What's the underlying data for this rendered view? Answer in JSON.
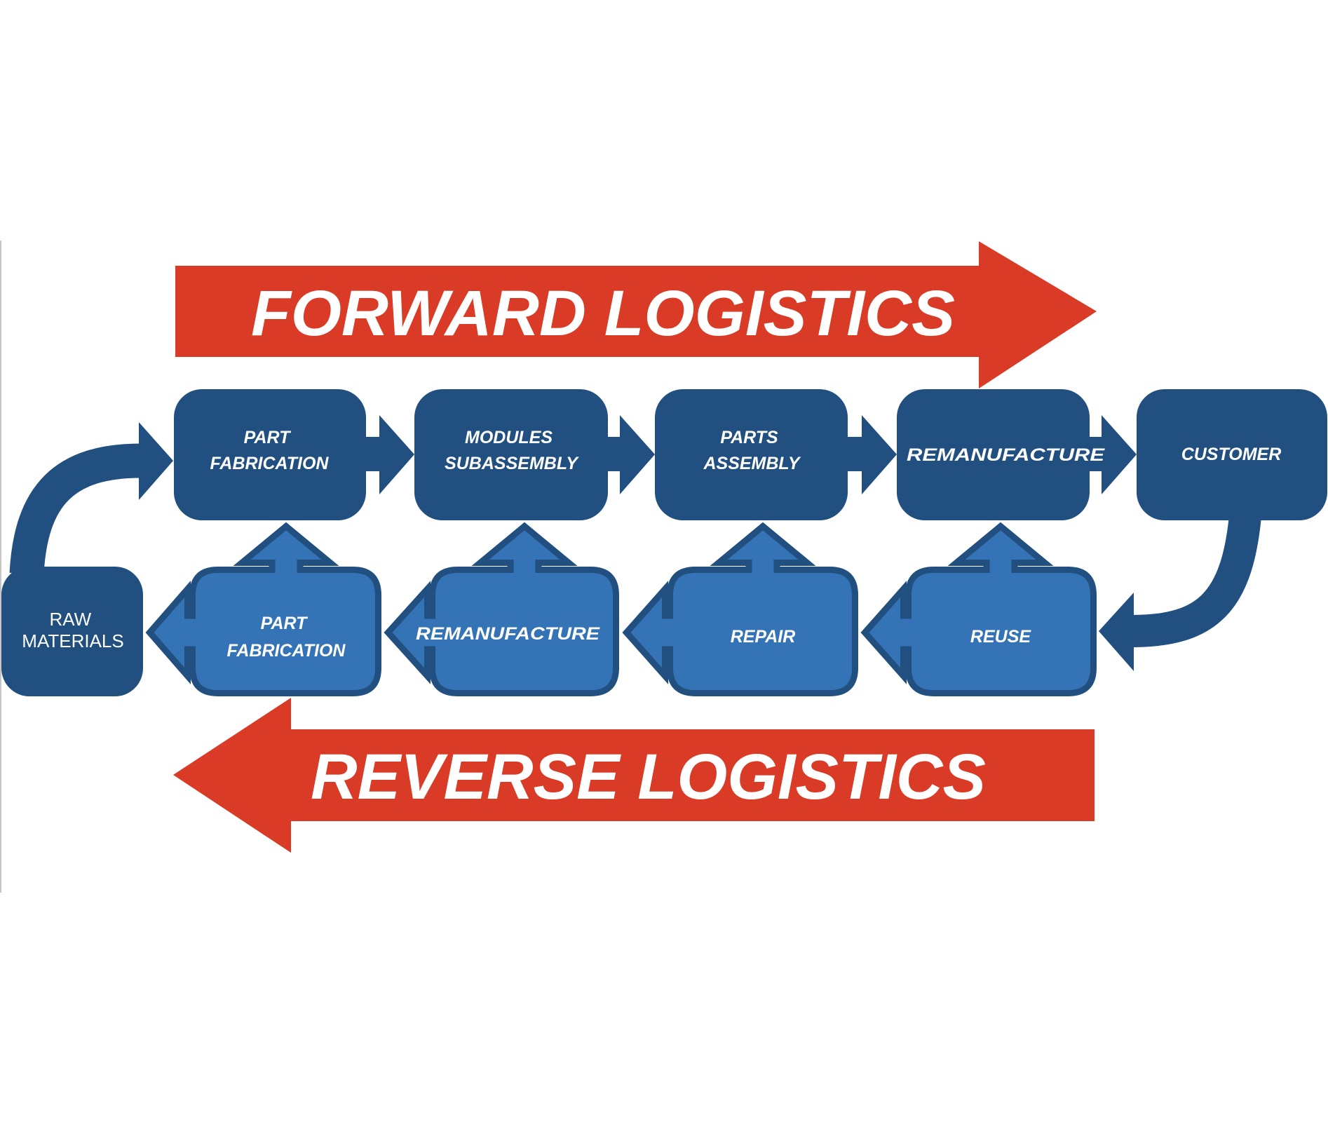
{
  "diagram": {
    "title_forward": "FORWARD LOGISTICS",
    "title_reverse": "REVERSE LOGISTICS",
    "colors": {
      "banner_red": "#d93b26",
      "dark_blue": "#214f80",
      "light_blue": "#3473b5",
      "text_white": "#ffffff"
    },
    "forward_nodes": [
      {
        "id": "part-fabrication",
        "lines": [
          "PART",
          "FABRICATION"
        ]
      },
      {
        "id": "modules-subassembly",
        "lines": [
          "MODULES",
          "SUBASSEMBLY"
        ]
      },
      {
        "id": "parts-assembly",
        "lines": [
          "PARTS",
          "ASSEMBLY"
        ]
      },
      {
        "id": "remanufacture",
        "lines": [
          "REMANUFACTURE"
        ]
      },
      {
        "id": "customer",
        "lines": [
          "CUSTOMER"
        ]
      }
    ],
    "reverse_nodes": [
      {
        "id": "reuse",
        "lines": [
          "REUSE"
        ]
      },
      {
        "id": "repair",
        "lines": [
          "REPAIR"
        ]
      },
      {
        "id": "remanufacture",
        "lines": [
          "REMANUFACTURE"
        ]
      },
      {
        "id": "part-fabrication",
        "lines": [
          "PART",
          "FABRICATION"
        ]
      }
    ],
    "raw_materials": {
      "lines": [
        "RAW",
        "MATERIALS"
      ]
    },
    "flows": [
      {
        "from": "raw-materials",
        "to": "part-fabrication",
        "direction": "forward"
      },
      {
        "from": "part-fabrication",
        "to": "modules-subassembly",
        "direction": "forward"
      },
      {
        "from": "modules-subassembly",
        "to": "parts-assembly",
        "direction": "forward"
      },
      {
        "from": "parts-assembly",
        "to": "remanufacture",
        "direction": "forward"
      },
      {
        "from": "remanufacture",
        "to": "customer",
        "direction": "forward"
      },
      {
        "from": "customer",
        "to": "reuse",
        "direction": "reverse"
      },
      {
        "from": "reuse",
        "to": "repair",
        "direction": "reverse"
      },
      {
        "from": "repair",
        "to": "remanufacture",
        "direction": "reverse"
      },
      {
        "from": "remanufacture",
        "to": "part-fabrication",
        "direction": "reverse"
      },
      {
        "from": "part-fabrication",
        "to": "raw-materials",
        "direction": "reverse"
      },
      {
        "from": "reuse",
        "to": "remanufacture (forward)",
        "direction": "up"
      },
      {
        "from": "repair",
        "to": "parts-assembly",
        "direction": "up"
      },
      {
        "from": "remanufacture",
        "to": "modules-subassembly",
        "direction": "up"
      },
      {
        "from": "part-fabrication",
        "to": "part-fabrication (forward)",
        "direction": "up"
      }
    ]
  }
}
